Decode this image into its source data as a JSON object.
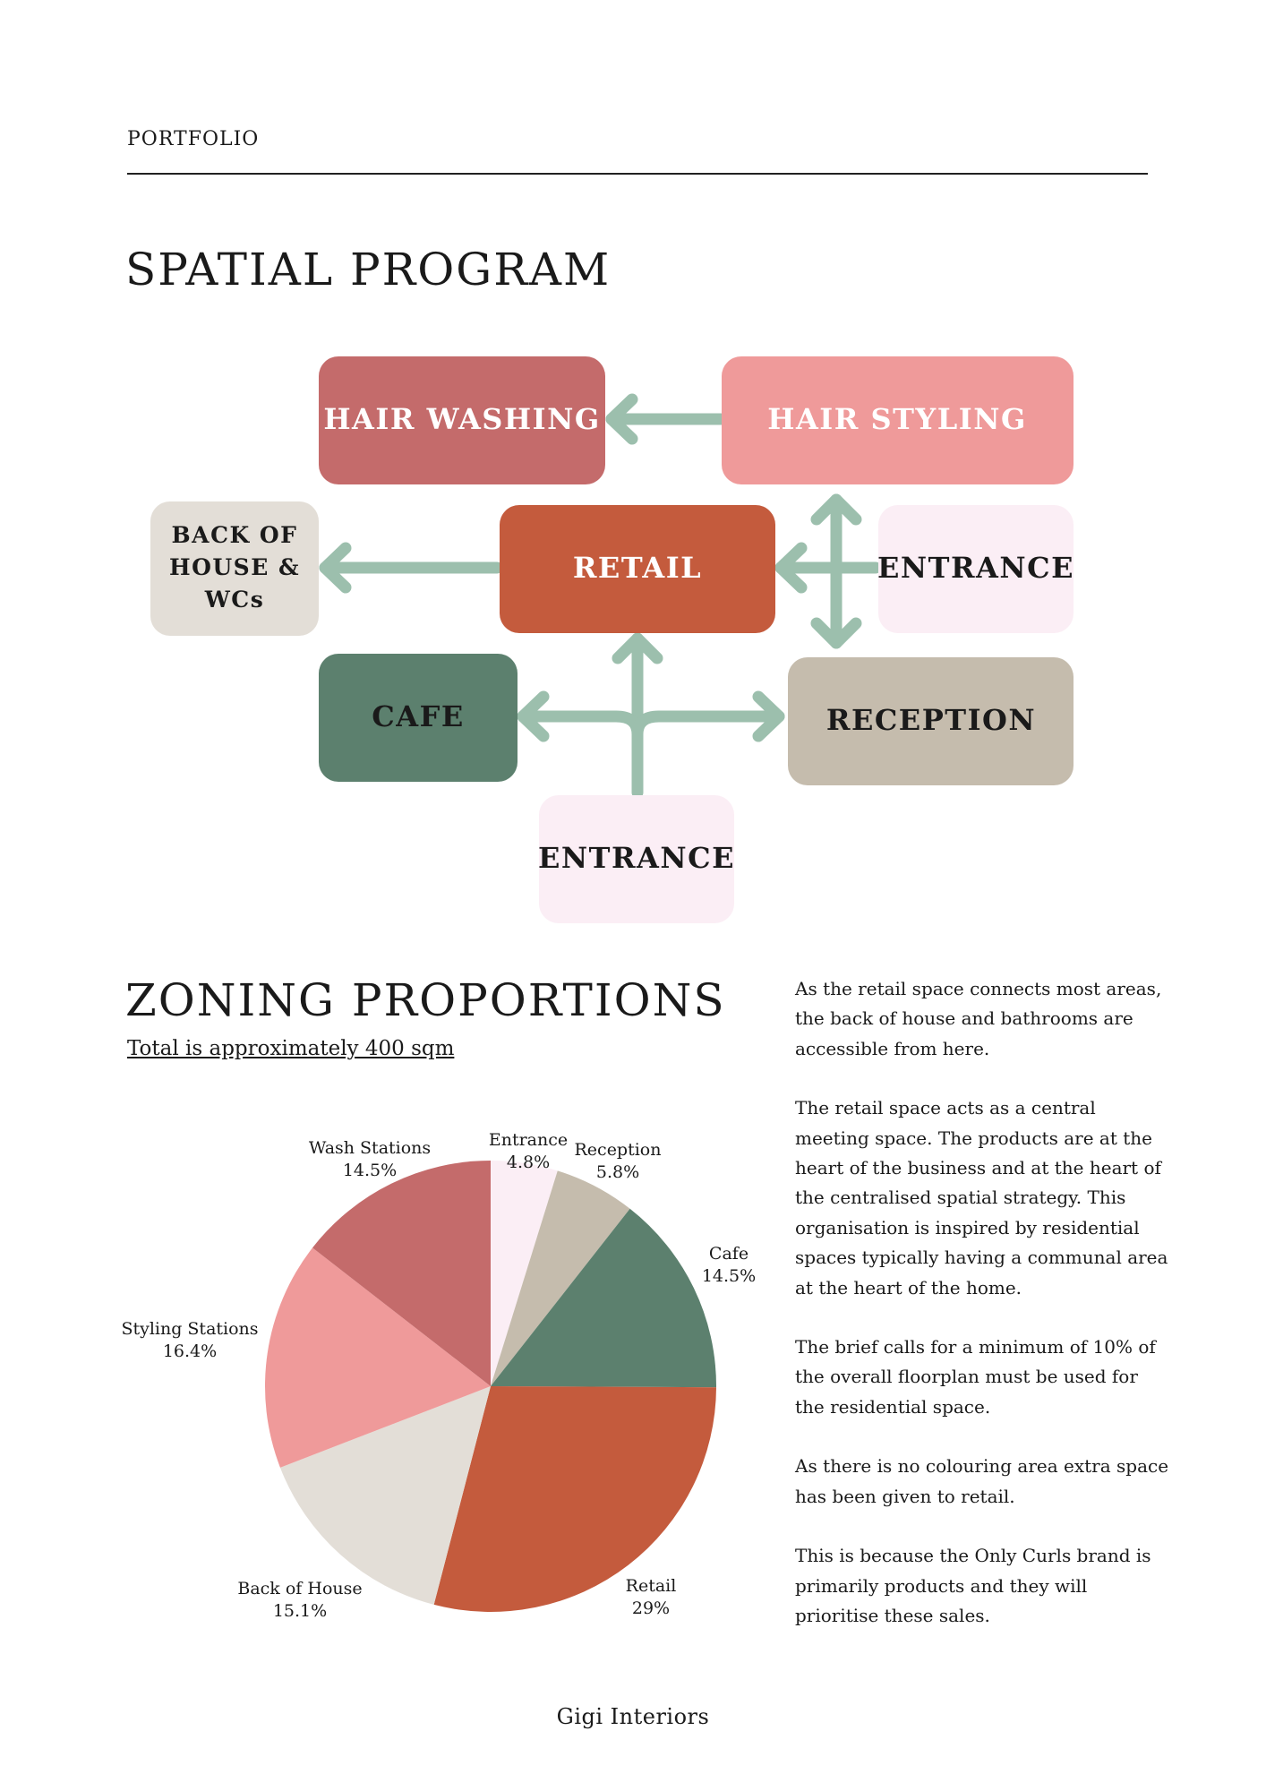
{
  "header": {
    "label": "PORTFOLIO"
  },
  "spatial_program": {
    "title": "SPATIAL PROGRAM",
    "boxes": {
      "hair_washing": "HAIR WASHING",
      "hair_styling": "HAIR STYLING",
      "back_of_house": [
        "BACK OF",
        "HOUSE &",
        "WCs"
      ],
      "retail": "RETAIL",
      "entrance_right": "ENTRANCE",
      "cafe": "CAFE",
      "reception": "RECEPTION",
      "entrance_bottom": "ENTRANCE"
    },
    "colors": {
      "hair_washing": "#c46b6b",
      "hair_styling": "#ef9a9a",
      "back_of_house": "#e3ded7",
      "retail": "#c45b3d",
      "entrance": "#fbeef5",
      "cafe": "#5c806e",
      "reception": "#c5bcad",
      "arrow": "#9cbfad"
    }
  },
  "zoning": {
    "title": "ZONING PROPORTIONS",
    "subtitle": "Total is approximately 400 sqm",
    "chart_data": {
      "type": "pie",
      "slices": [
        {
          "name": "Entrance",
          "value": 4.8,
          "label": "4.8%",
          "color": "#fbeef5"
        },
        {
          "name": "Reception",
          "value": 5.8,
          "label": "5.8%",
          "color": "#c5bcad"
        },
        {
          "name": "Cafe",
          "value": 14.5,
          "label": "14.5%",
          "color": "#5c806e"
        },
        {
          "name": "Retail",
          "value": 29,
          "label": "29%",
          "color": "#c45b3d"
        },
        {
          "name": "Back of House",
          "value": 15.1,
          "label": "15.1%",
          "color": "#e3ded7"
        },
        {
          "name": "Styling Stations",
          "value": 16.4,
          "label": "16.4%",
          "color": "#ef9a9a"
        },
        {
          "name": "Wash Stations",
          "value": 14.5,
          "label": "14.5%",
          "color": "#c46b6b"
        }
      ],
      "start_angle": "12 o'clock",
      "direction": "clockwise"
    }
  },
  "body_text": [
    "As the retail space connects most areas, the back of house and bathrooms are accessible from here.",
    "The retail space acts as a central meeting space. The products are at the heart of the business and at the heart of the centralised spatial strategy. This organisation is inspired by residential spaces typically having a communal area at the heart of the home.",
    "The brief calls for a minimum of 10% of the overall floorplan must be used for the residential space.",
    "As there is no colouring area extra space has been given to retail.",
    "This is because the Only Curls brand is primarily products and they will prioritise these sales."
  ],
  "footer": {
    "label": "Gigi Interiors"
  }
}
